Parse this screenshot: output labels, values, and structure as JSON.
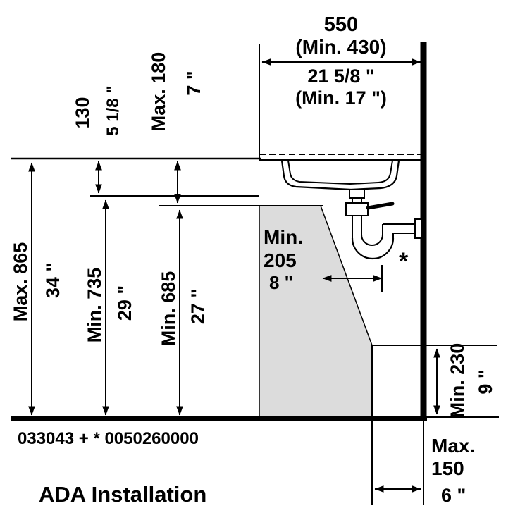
{
  "title": "ADA Installation",
  "product_code": "033043 + * 0050260000",
  "footnote_marker": "*",
  "colors": {
    "zone_fill": "#dcdcdc",
    "line": "#000000",
    "background": "#ffffff"
  },
  "dimensions": {
    "width_top": {
      "mm": "550",
      "mm_min": "(Min. 430)",
      "inch": "21 5/8 \"",
      "inch_min": "(Min. 17 \")"
    },
    "rim_height": {
      "mm": "Max. 865",
      "inch": "34 \""
    },
    "counter_clearance": {
      "mm": "Min. 735",
      "inch": "29 \""
    },
    "knee_clearance": {
      "mm": "Min. 685",
      "inch": "27 \""
    },
    "rim_to_counter": {
      "mm": "130",
      "inch": "5 1/8 \""
    },
    "rim_to_knee": {
      "mm": "Max. 180",
      "inch": "7 \""
    },
    "knee_depth": {
      "label": "Min.",
      "mm": "205",
      "inch": "8 \""
    },
    "toe_height": {
      "mm": "Min. 230",
      "inch": "9 \""
    },
    "toe_depth": {
      "label": "Max.",
      "mm": "150",
      "inch": "6 \""
    }
  }
}
